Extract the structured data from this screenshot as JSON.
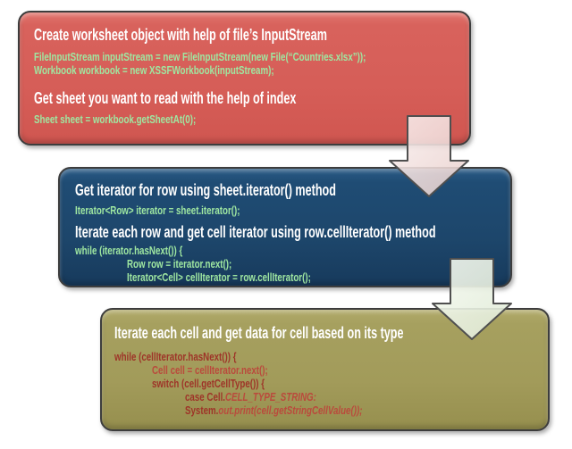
{
  "diagram": {
    "background": "#ffffff",
    "colors": {
      "heading_text": "#ffffff",
      "code_green": "#9fe7a1",
      "code_red_dark": "#9e3428",
      "code_red_lite": "#ba4a3c",
      "box1_bg": "#d65e58",
      "box2_bg": "#1d466b",
      "box3_bg": "#a29b5a",
      "box_border": "#3d3d3d"
    },
    "steps": [
      {
        "name": "create-workbook",
        "sections": [
          {
            "heading": "Create worksheet object with help of file’s InputStream",
            "code": [
              {
                "text": "FileInputStream inputStream = new FileInputStream(new File(“Countries.xlsx”));"
              },
              {
                "text": "Workbook workbook = new XSSFWorkbook(inputStream);"
              }
            ]
          },
          {
            "heading": "Get sheet you want to read with the help of index",
            "code": [
              {
                "text": "Sheet sheet = workbook.getSheetAt(0);"
              }
            ]
          }
        ]
      },
      {
        "name": "row-iterator",
        "sections": [
          {
            "heading": "Get iterator for row using sheet.iterator() method",
            "code": [
              {
                "text": "Iterator<Row> iterator = sheet.iterator();"
              }
            ]
          },
          {
            "heading": "Iterate each row and get cell iterator using row.cellIterator() method",
            "code": [
              {
                "text": "while (iterator.hasNext()) {",
                "indent": 0
              },
              {
                "text": "Row row = iterator.next();",
                "indent": 1
              },
              {
                "text": "Iterator<Cell> cellIterator = row.cellIterator();",
                "indent": 1
              }
            ]
          }
        ]
      },
      {
        "name": "cell-iterator",
        "sections": [
          {
            "heading": "Iterate each cell and get data for cell based on its type",
            "code": [
              {
                "text": "while (cellIterator.hasNext()) {",
                "indent": 0,
                "tone": "dark"
              },
              {
                "text": "Cell cell = cellIterator.next();",
                "indent": 1,
                "tone": "lite"
              },
              {
                "text": "switch (cell.getCellType()) {",
                "indent": 1,
                "tone": "dark"
              },
              {
                "plain": "case Cell.",
                "italic": "CELL_TYPE_STRING:",
                "indent": 2
              },
              {
                "plain": "System.",
                "italic": "out.print(cell.getStringCellValue());",
                "indent": 2
              }
            ]
          }
        ]
      }
    ],
    "arrows": [
      {
        "name": "flow-arrow-1",
        "fill_top": "#faf1f0",
        "fill_bottom": "#e9cfcc",
        "stroke": "#4f4f4f"
      },
      {
        "name": "flow-arrow-2",
        "fill_top": "#f6faf2",
        "fill_bottom": "#dfead5",
        "stroke": "#4f4f4f"
      }
    ]
  }
}
